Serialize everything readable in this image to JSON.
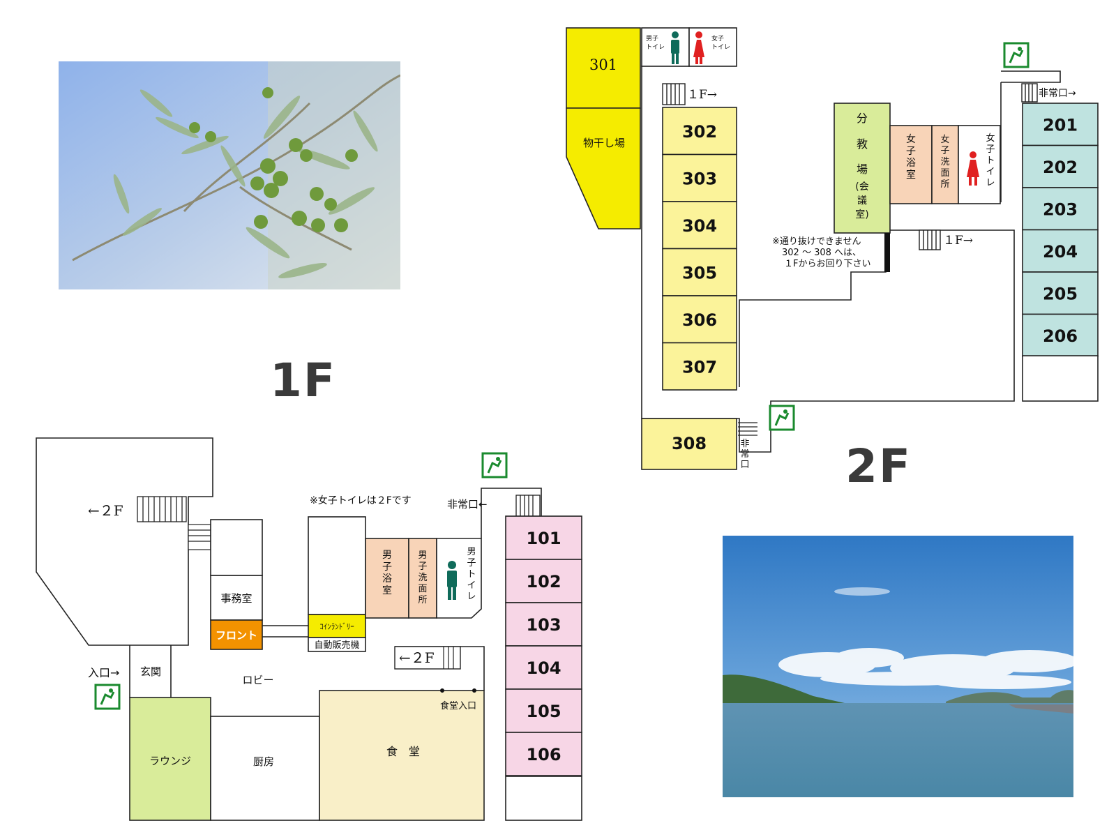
{
  "photos": {
    "olive": {
      "subject": "olive-branch-photo"
    },
    "sea": {
      "subject": "seascape-photo"
    }
  },
  "floor_labels": {
    "first": "1F",
    "second": "2F"
  },
  "colors": {
    "guest_room_1f": "#f7d6e6",
    "guest_room_2f": "#bfe3e0",
    "guest_room_3xx": "#fbf39a",
    "room_301": "#f5ec00",
    "bath": "#f8d4b8",
    "lounge": "#d9ec9a",
    "dining": "#f9efc8",
    "front": "#f39200",
    "laundry": "#f5ec00",
    "exit_sign": "#1a8a2e"
  },
  "floor1": {
    "stairs_to_2f_left": "←２F",
    "stairs_to_2f_right": "←２F",
    "note": "※女子トイレは２Fです",
    "emergency_exit": "非常口←",
    "entrance": "入口→",
    "genkan": "玄関",
    "lobby": "ロビー",
    "office": "事務室",
    "front": "フロント",
    "coin_laundry": "ｺｲﾝﾗﾝﾄﾞﾘｰ",
    "vending": "自動販売機",
    "mens_bath": "男子浴室",
    "mens_washroom": "男子洗面所",
    "mens_toilet": "男子トイレ",
    "dining_entrance": "食堂入口",
    "lounge": "ラウンジ",
    "kitchen": "厨房",
    "dining": "食　堂",
    "rooms": [
      "101",
      "102",
      "103",
      "104",
      "105",
      "106"
    ]
  },
  "floor2": {
    "room_301": "301",
    "drying_area": "物干し場",
    "mens_toilet_small": "男子\nトイレ",
    "womens_toilet_small": "女子\nトイレ",
    "stairs_1f_a": "１F→",
    "stairs_1f_b": "１F→",
    "emergency_exit_top": "非常口→",
    "emergency_exit_bottom": "非常口",
    "classroom": "分教場(会議室)",
    "womens_bath": "女子浴室",
    "womens_washroom": "女子洗面所",
    "womens_toilet": "女子トイレ",
    "note_lines": [
      "※通り抜けできません",
      "302 ～ 308 へは、",
      "１Fからお回り下さい"
    ],
    "rooms_3xx": [
      "302",
      "303",
      "304",
      "305",
      "306",
      "307"
    ],
    "room_308": "308",
    "rooms_2xx": [
      "201",
      "202",
      "203",
      "204",
      "205",
      "206"
    ]
  }
}
